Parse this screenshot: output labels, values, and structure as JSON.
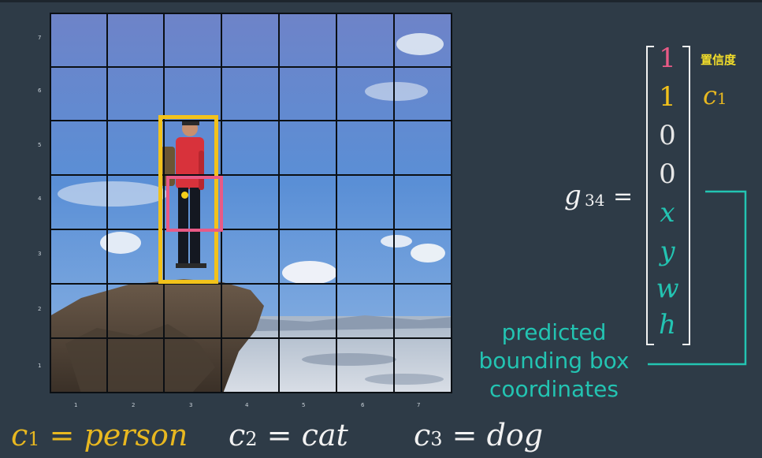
{
  "grid": {
    "x_axis_labels": [
      "1",
      "2",
      "3",
      "4",
      "5",
      "6",
      "7"
    ],
    "y_axis_labels": [
      "7",
      "6",
      "5",
      "4",
      "3",
      "2",
      "1"
    ]
  },
  "vector": {
    "label": "g",
    "subscript": "34",
    "equals": "=",
    "items": [
      {
        "text": "1",
        "color": "pink"
      },
      {
        "text": "1",
        "color": "yellow"
      },
      {
        "text": "0",
        "color": "white"
      },
      {
        "text": "0",
        "color": "white"
      },
      {
        "text": "x",
        "color": "teal"
      },
      {
        "text": "y",
        "color": "teal"
      },
      {
        "text": "w",
        "color": "teal"
      },
      {
        "text": "h",
        "color": "teal"
      }
    ],
    "confidence_label": "置信度",
    "c1_label": "c",
    "c1_sub": "1"
  },
  "annotation": {
    "lines": [
      "predicted",
      "bounding box",
      "coordinates"
    ]
  },
  "classes": [
    {
      "c": "c",
      "sub": "1",
      "eq": " = ",
      "name": "person",
      "color": "#e8b820"
    },
    {
      "c": "c",
      "sub": "2",
      "eq": " = ",
      "name": "cat",
      "color": "#f2f2f2"
    },
    {
      "c": "c",
      "sub": "3",
      "eq": " = ",
      "name": "dog",
      "color": "#f2f2f2"
    }
  ],
  "colors": {
    "background": "#2e3b47",
    "yellow": "#f2c21b",
    "pink": "#e85a86",
    "teal": "#23c4b2"
  }
}
